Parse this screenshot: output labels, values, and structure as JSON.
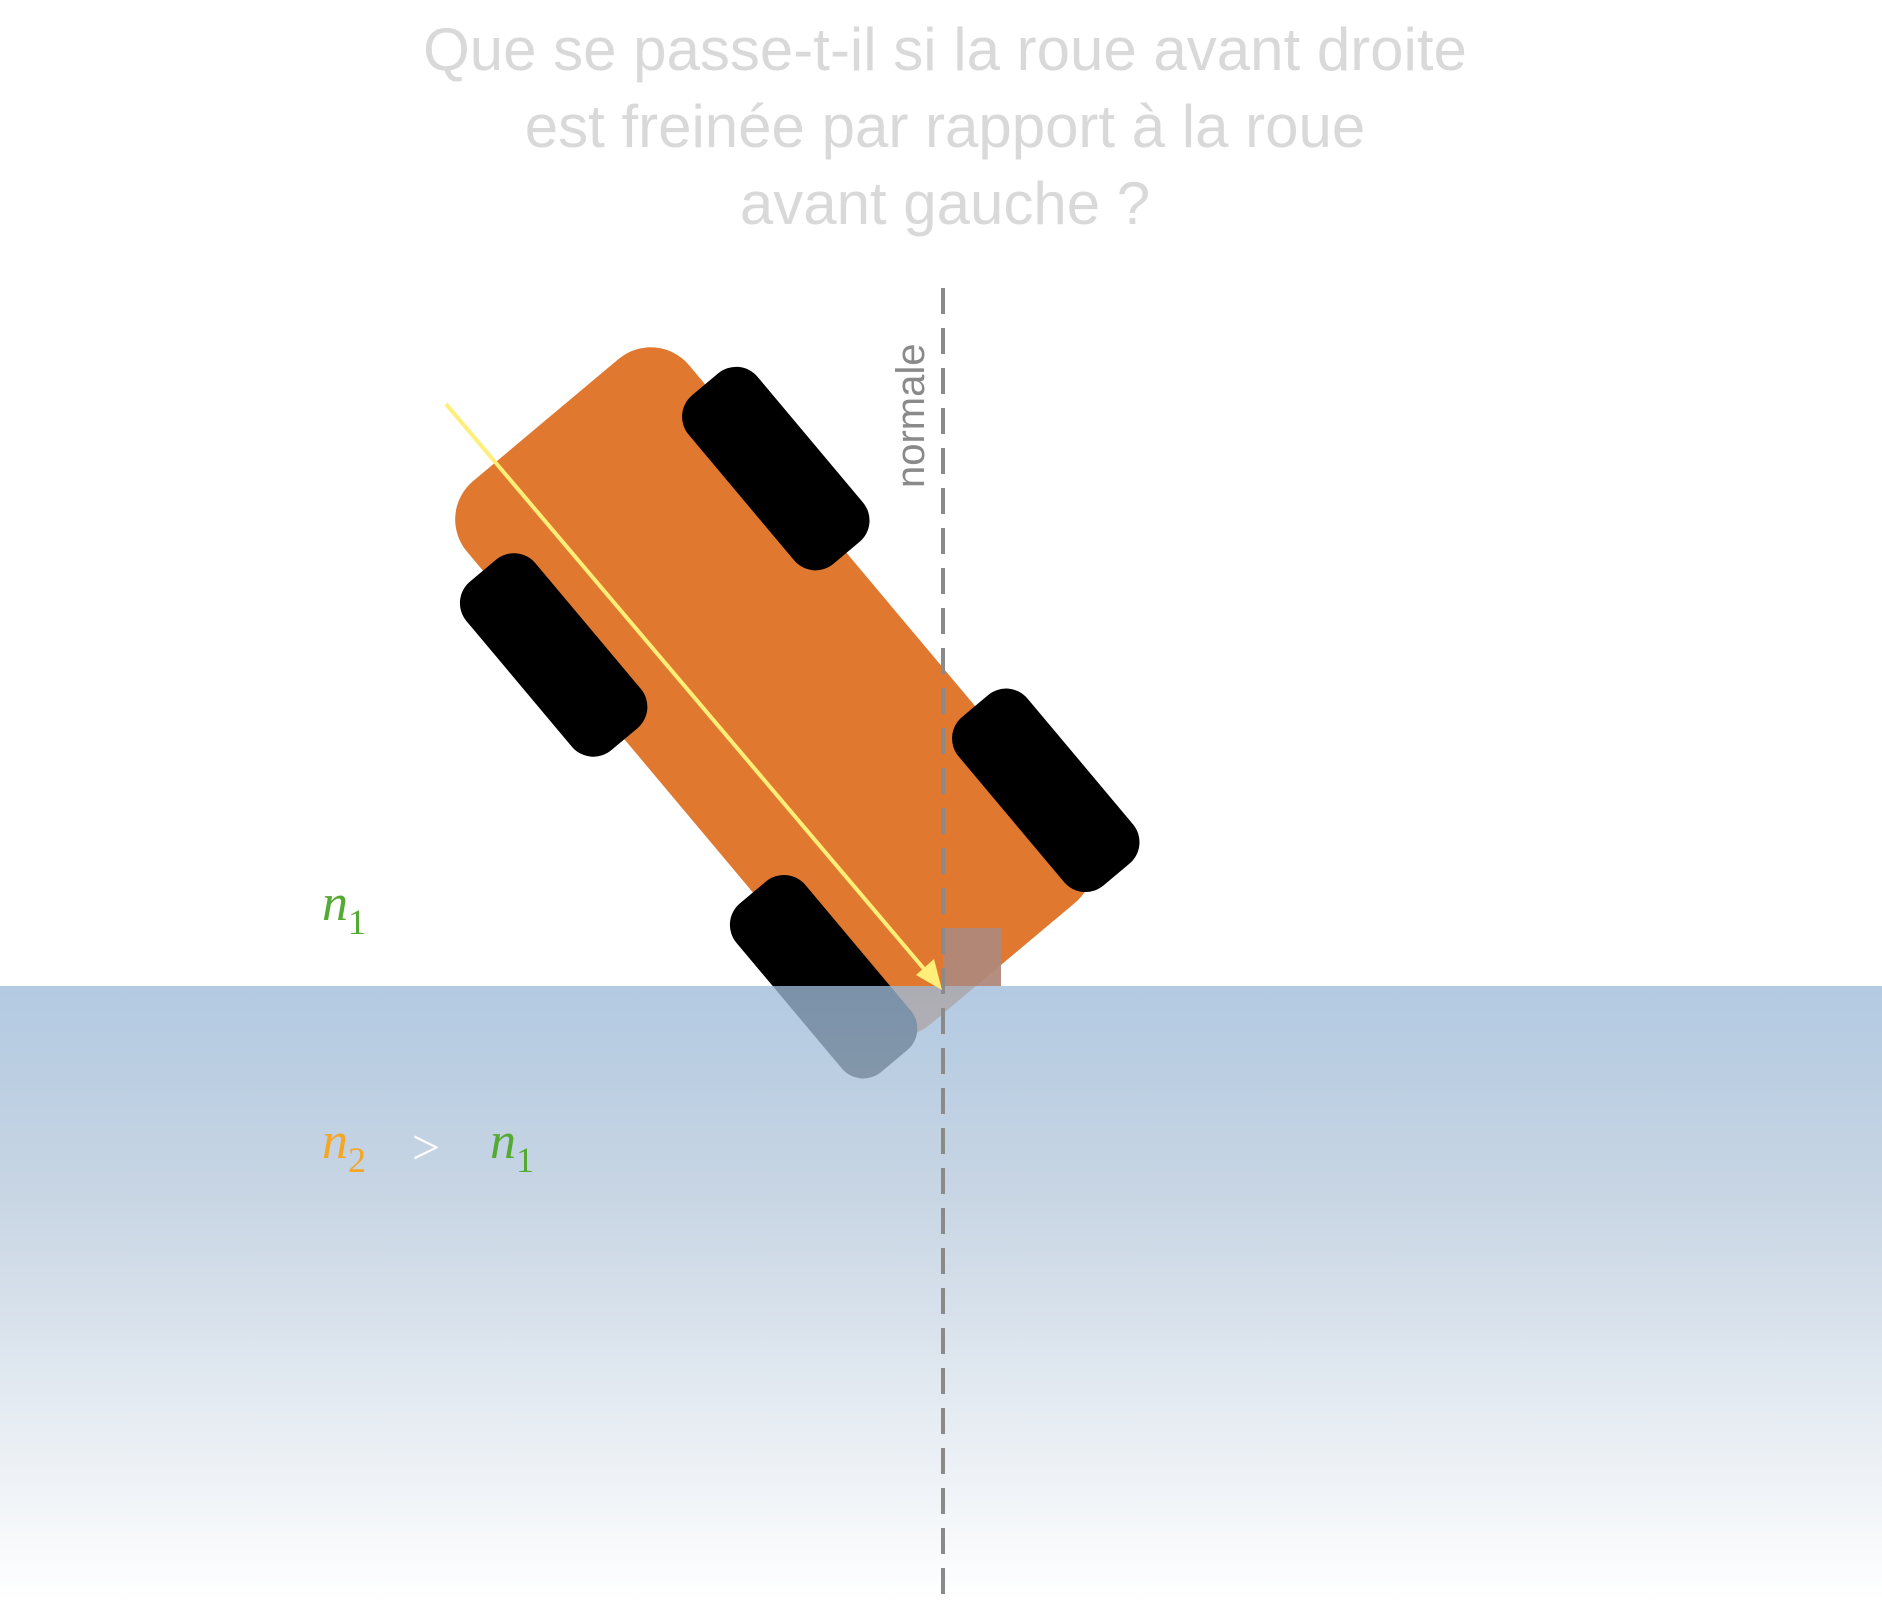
{
  "question": {
    "lines": [
      "Que se passe-t-il si la roue avant droite",
      "est freinée par rapport à la roue",
      "avant gauche ?"
    ]
  },
  "normal_label": "normale",
  "medium1": {
    "symbol": "n",
    "subscript": "1"
  },
  "medium2": {
    "left_symbol": "n",
    "left_subscript": "2",
    "relation": ">",
    "right_symbol": "n",
    "right_subscript": "1"
  },
  "colors": {
    "car_body": "#e07830",
    "wheel": "#000000",
    "water_top": "#9dbbd9",
    "water_bottom": "#ffffff",
    "ray": "#ffee77",
    "normal_line": "#8a8a8a",
    "n1": "#55aa33",
    "n2": "#f5a623",
    "question_text": "#d9d9d9"
  }
}
